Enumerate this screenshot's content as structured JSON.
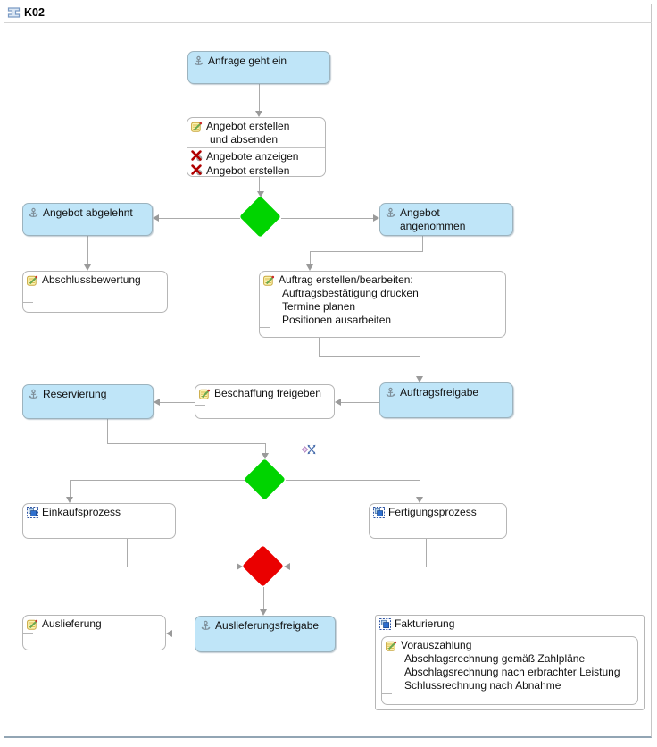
{
  "header": {
    "title": "K02"
  },
  "icons": {
    "frame": "process-column-icon",
    "event": "anchor-icon",
    "function": "note-pencil-icon",
    "transaction": "red-x-gear-icon",
    "subprocess": "nested-squares-icon",
    "move": "move-crosshair-icon"
  },
  "colors": {
    "event_fill": "#bfe5f8",
    "gateway_green": "#00d400",
    "gateway_red": "#ea0000",
    "line": "#ababab"
  },
  "nodes": {
    "anfrage_geht_ein": {
      "label": "Anfrage geht ein"
    },
    "angebot_erstellen_fn": {
      "line1": "Angebot erstellen",
      "line2": "und absenden",
      "transactions": [
        "Angebote anzeigen",
        "Angebot erstellen"
      ]
    },
    "angebot_abgelehnt": {
      "label": "Angebot abgelehnt"
    },
    "angebot_angenommen": {
      "label": "Angebot angenommen"
    },
    "abschlussbewertung": {
      "label": "Abschlussbewertung"
    },
    "auftrag_erstellen": {
      "lines": [
        "Auftrag erstellen/bearbeiten:",
        "Auftragsbestätigung drucken",
        "Termine planen",
        "Positionen ausarbeiten"
      ]
    },
    "reservierung": {
      "label": "Reservierung"
    },
    "beschaffung_freigeben": {
      "label": "Beschaffung freigeben"
    },
    "auftragsfreigabe": {
      "label": "Auftragsfreigabe"
    },
    "einkaufsprozess": {
      "label": "Einkaufsprozess"
    },
    "fertigungsprozess": {
      "label": "Fertigungsprozess"
    },
    "auslieferung": {
      "label": "Auslieferung"
    },
    "auslieferungsfreigabe": {
      "label": "Auslieferungsfreigabe"
    },
    "fakturierung": {
      "label": "Fakturierung",
      "lines": [
        "Vorauszahlung",
        "Abschlagsrechnung gemäß Zahlpläne",
        "Abschlagsrechnung nach erbrachter Leistung",
        "Schlussrechnung nach Abnahme"
      ]
    }
  }
}
